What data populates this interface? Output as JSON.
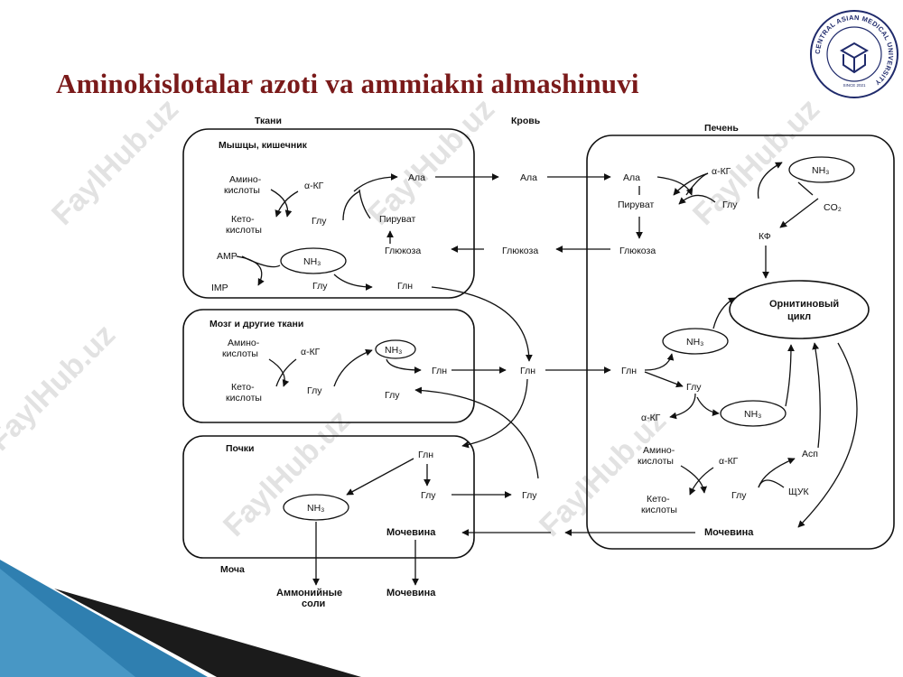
{
  "slide": {
    "title": "Aminokislotalar azoti va ammiakni almashinuvi",
    "logo_text": "CENTRAL ASIAN MEDICAL UNIVERSITY",
    "logo_since": "SINCE 2021",
    "watermark": "FaylHub.uz",
    "accent_colors": {
      "title": "#7a1a1a",
      "logo": "#1f2a6b",
      "bar_dark": "#1b1b1b",
      "bar_blue": "#2f7fb0"
    }
  },
  "diagram": {
    "columns": {
      "tissues": "Ткани",
      "blood": "Кровь",
      "liver": "Печень"
    },
    "muscle": {
      "header": "Мышцы, кишечник",
      "amino_1": "Амино-",
      "amino_2": "кислоты",
      "akg": "α-КГ",
      "ala": "Ала",
      "keto_1": "Кето-",
      "keto_2": "кислоты",
      "glu": "Глу",
      "pyruvate": "Пируват",
      "glucose": "Глюкоза",
      "amp": "AMP",
      "imp": "IMP",
      "nh3": "NH₃",
      "glu2": "Глу",
      "gln": "Глн"
    },
    "brain": {
      "header": "Мозг и другие ткани",
      "amino_1": "Амино-",
      "amino_2": "кислоты",
      "akg": "α-КГ",
      "nh3": "NH₃",
      "keto_1": "Кето-",
      "keto_2": "кислоты",
      "glu": "Глу",
      "gln": "Глн",
      "glu2": "Глу"
    },
    "kidney": {
      "header": "Почки",
      "gln": "Глн",
      "nh3": "NH₃",
      "glu": "Глу",
      "urea": "Мочевина"
    },
    "urine": {
      "header": "Моча",
      "salts_1": "Аммонийные",
      "salts_2": "соли",
      "urea": "Мочевина"
    },
    "blood": {
      "ala": "Ала",
      "glucose": "Глюкоза",
      "gln": "Глн",
      "glu": "Глу"
    },
    "liver": {
      "ala": "Ала",
      "akg": "α-КГ",
      "nh3": "NH₃",
      "pyruvate": "Пируват",
      "glu": "Глу",
      "co2": "CO₂",
      "glucose": "Глюкоза",
      "kf": "КФ",
      "cycle_1": "Орнитиновый",
      "cycle_2": "цикл",
      "gln": "Глн",
      "nh3_b": "NH₃",
      "glu_b": "Глу",
      "akg_b": "α-КГ",
      "nh3_c": "NH₃",
      "amino_1": "Амино-",
      "amino_2": "кислоты",
      "akg_c": "α-КГ",
      "asp": "Асп",
      "keto_1": "Кето-",
      "keto_2": "кислоты",
      "glu_c": "Глу",
      "oaa": "ЩУК",
      "urea": "Мочевина"
    }
  }
}
